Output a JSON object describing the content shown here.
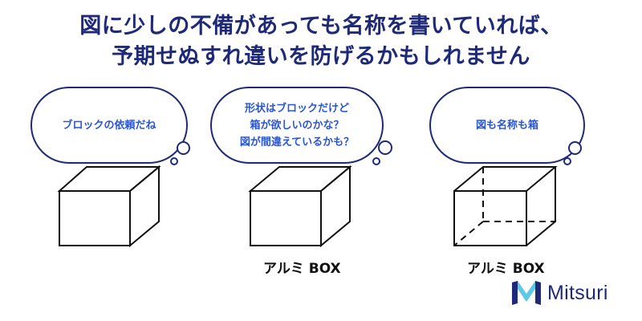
{
  "headline": {
    "line1": "図に少しの不備があっても名称を書いていれば、",
    "line2": "予期せぬすれ違いを防げるかもしれません"
  },
  "panels": [
    {
      "bubble_lines": [
        "ブロックの依頼だね"
      ],
      "label": ""
    },
    {
      "bubble_lines": [
        "形状はブロックだけど",
        "箱が欲しいのかな？",
        "図が間違えているかも？"
      ],
      "label": "アルミ BOX"
    },
    {
      "bubble_lines": [
        "図も名称も箱"
      ],
      "label": "アルミ BOX"
    }
  ],
  "logo": {
    "text": "Mitsuri",
    "icon": "mitsuri-m-logo"
  },
  "colors": {
    "headline": "#1e2a78",
    "bubble_text": "#2a55d4",
    "bubble_border": "#1e2a78",
    "logo_dark": "#1e2a78",
    "logo_light": "#5ec8e8"
  }
}
